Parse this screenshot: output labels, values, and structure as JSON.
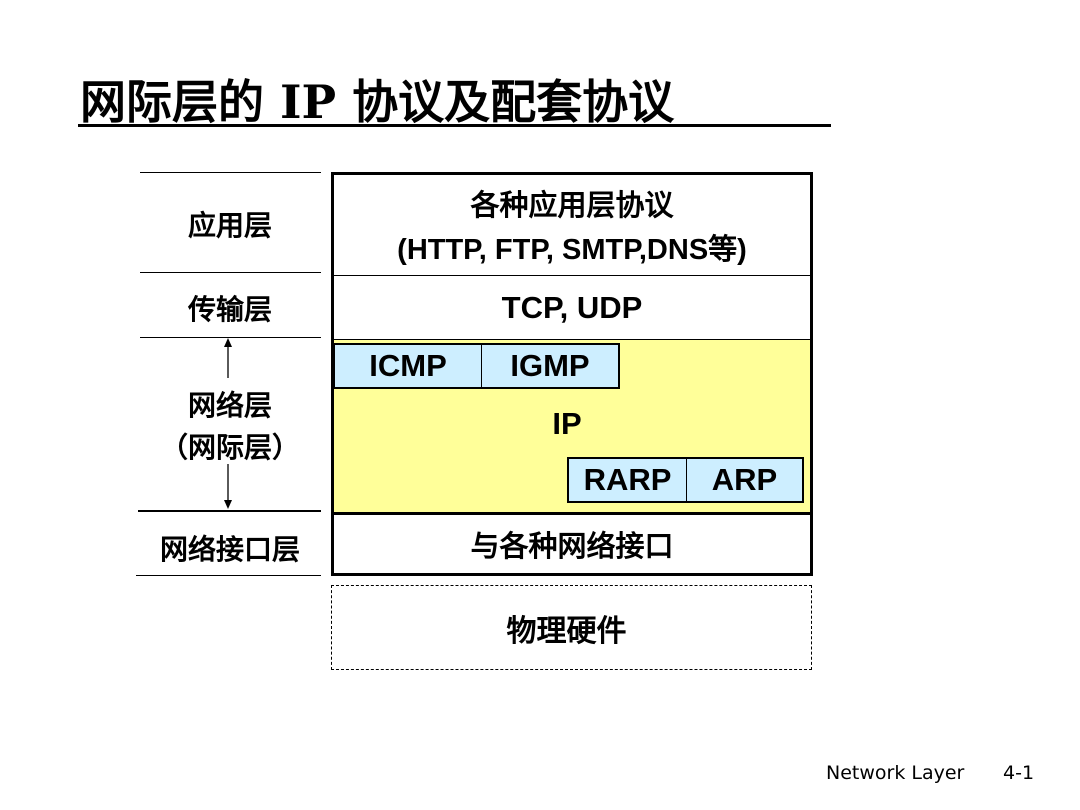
{
  "title": "网际层的 IP 协议及配套协议",
  "layers_left": {
    "application": "应用层",
    "transport": "传输层",
    "network": "网络层",
    "network_alt": "（网际层）",
    "link": "网络接口层"
  },
  "stack": {
    "application_line1": "各种应用层协议",
    "application_line2": "(HTTP, FTP, SMTP,DNS等)",
    "transport": "TCP, UDP",
    "ip": "IP",
    "icmp": "ICMP",
    "igmp": "IGMP",
    "rarp": "RARP",
    "arp": "ARP",
    "link": "与各种网络接口",
    "physical": "物理硬件"
  },
  "colors": {
    "ip_layer": "#ffff99",
    "sub_protocol": "#cdeeff"
  },
  "footer": {
    "label": "Network Layer",
    "page": "4-1"
  }
}
